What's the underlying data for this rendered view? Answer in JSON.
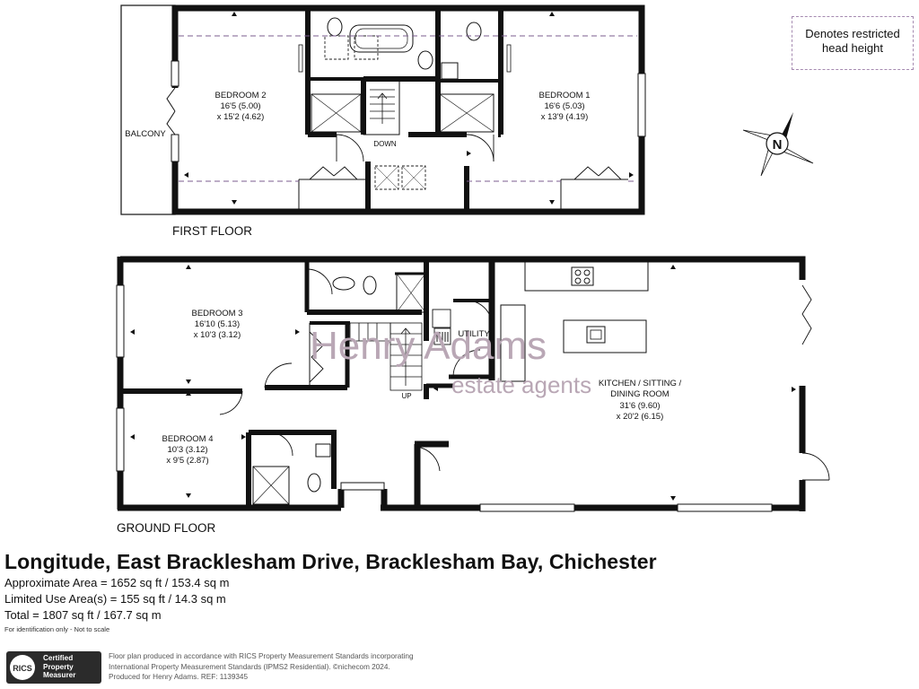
{
  "legend": {
    "restricted_line1": "Denotes restricted",
    "restricted_line2": "head height"
  },
  "compass": {
    "label": "N"
  },
  "floors": {
    "first": {
      "label": "FIRST FLOOR",
      "balcony": "BALCONY",
      "down": "DOWN",
      "bedroom2": {
        "name": "BEDROOM 2",
        "dim1": "16'5 (5.00)",
        "dim2": "x 15'2 (4.62)"
      },
      "bedroom1": {
        "name": "BEDROOM 1",
        "dim1": "16'6 (5.03)",
        "dim2": "x 13'9 (4.19)"
      }
    },
    "ground": {
      "label": "GROUND FLOOR",
      "up": "UP",
      "utility": "UTILITY",
      "bedroom3": {
        "name": "BEDROOM 3",
        "dim1": "16'10 (5.13)",
        "dim2": "x 10'3 (3.12)"
      },
      "bedroom4": {
        "name": "BEDROOM 4",
        "dim1": "10'3 (3.12)",
        "dim2": "x 9'5 (2.87)"
      },
      "kitchen": {
        "name1": "KITCHEN / SITTING /",
        "name2": "DINING ROOM",
        "dim1": "31'6 (9.60)",
        "dim2": "x 20'2 (6.15)"
      }
    }
  },
  "watermark": {
    "line1": "Henry Adams",
    "line2": "estate agents"
  },
  "property": {
    "title": "Longitude, East Bracklesham Drive, Bracklesham Bay, Chichester",
    "approx_area": "Approximate Area = 1652 sq ft / 153.4 sq m",
    "limited_use": "Limited Use Area(s) = 155 sq ft / 14.3 sq m",
    "total": "Total = 1807 sq ft / 167.7 sq m",
    "disclaimer": "For identification only - Not to scale"
  },
  "footer": {
    "rics_logo": "RICS",
    "rics_cert": "Certified Property Measurer",
    "note1": "Floor plan produced in accordance with RICS Property Measurement Standards incorporating",
    "note2": "International Property Measurement Standards (IPMS2 Residential).  ©nichecom 2024.",
    "note3": "Produced for Henry Adams.   REF: 1139345"
  }
}
